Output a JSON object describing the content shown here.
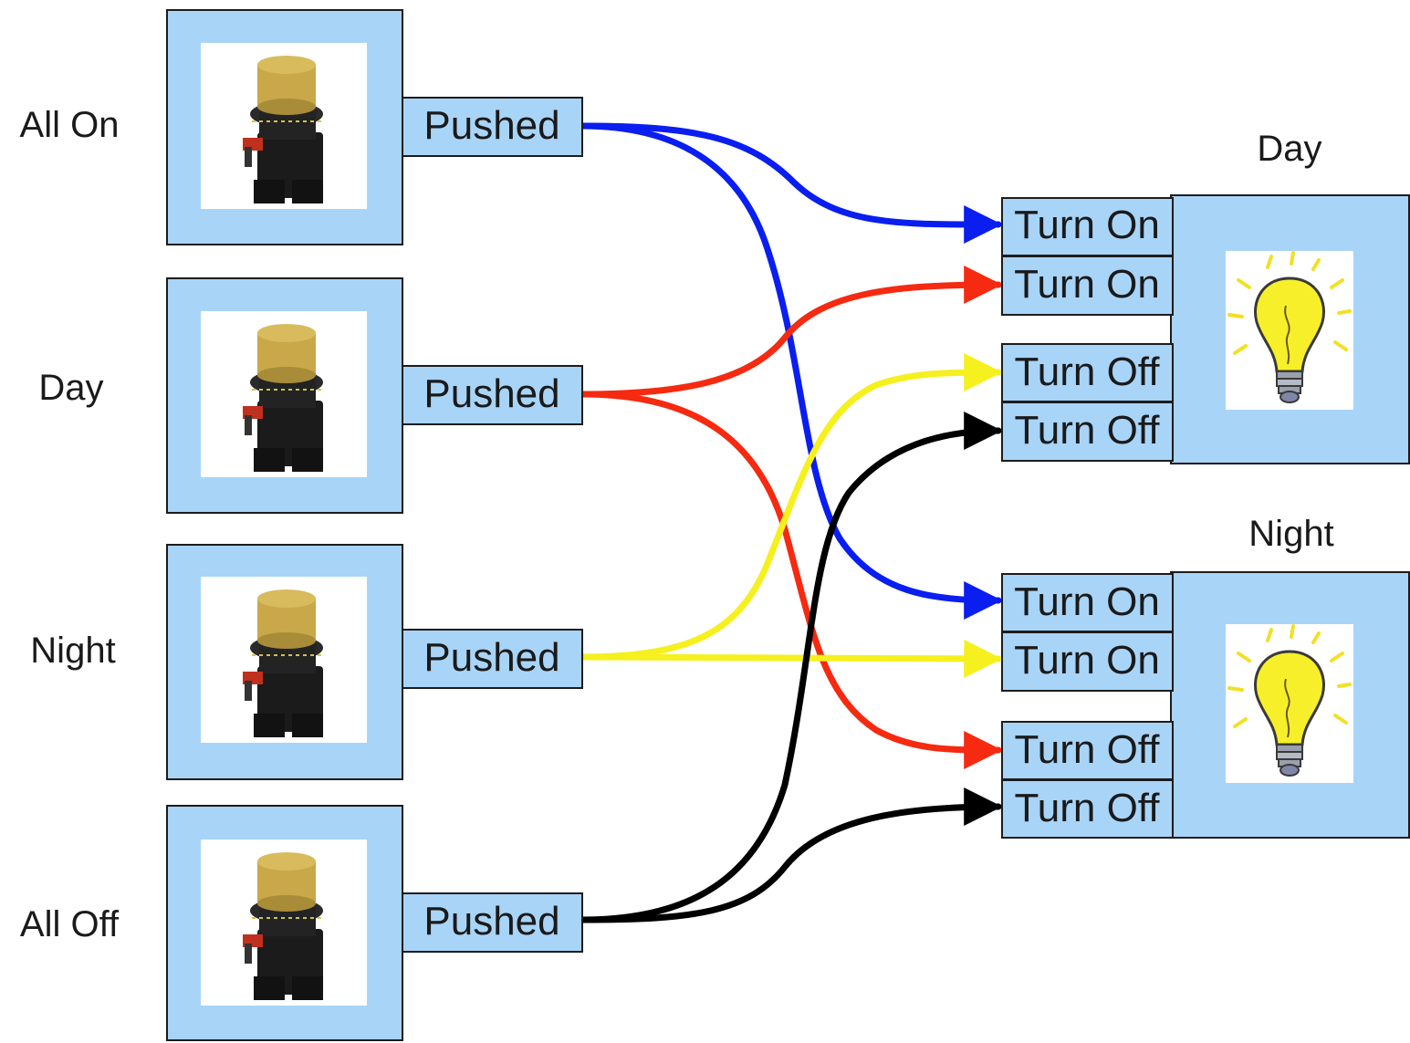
{
  "colors": {
    "block_fill": "#a8d4f8",
    "wire_all_on": "#0a1ef0",
    "wire_day": "#f52a10",
    "wire_night": "#f5f01e",
    "wire_all_off": "#000000"
  },
  "buttons": [
    {
      "label": "All On",
      "port": "Pushed",
      "icon": "push-button-icon"
    },
    {
      "label": "Day",
      "port": "Pushed",
      "icon": "push-button-icon"
    },
    {
      "label": "Night",
      "port": "Pushed",
      "icon": "push-button-icon"
    },
    {
      "label": "All Off",
      "port": "Pushed",
      "icon": "push-button-icon"
    }
  ],
  "lamps": [
    {
      "label": "Day",
      "icon": "light-bulb-icon",
      "ports": [
        "Turn On",
        "Turn On",
        "Turn Off",
        "Turn Off"
      ]
    },
    {
      "label": "Night",
      "icon": "light-bulb-icon",
      "ports": [
        "Turn On",
        "Turn On",
        "Turn Off",
        "Turn Off"
      ]
    }
  ],
  "connections": [
    {
      "from": "All On",
      "to": "Day / Turn On",
      "color": "#0a1ef0"
    },
    {
      "from": "All On",
      "to": "Night / Turn On",
      "color": "#0a1ef0"
    },
    {
      "from": "Day",
      "to": "Day / Turn On",
      "color": "#f52a10"
    },
    {
      "from": "Day",
      "to": "Night / Turn Off",
      "color": "#f52a10"
    },
    {
      "from": "Night",
      "to": "Day / Turn Off",
      "color": "#f5f01e"
    },
    {
      "from": "Night",
      "to": "Night / Turn On",
      "color": "#f5f01e"
    },
    {
      "from": "All Off",
      "to": "Day / Turn Off",
      "color": "#000000"
    },
    {
      "from": "All Off",
      "to": "Night / Turn Off",
      "color": "#000000"
    }
  ]
}
